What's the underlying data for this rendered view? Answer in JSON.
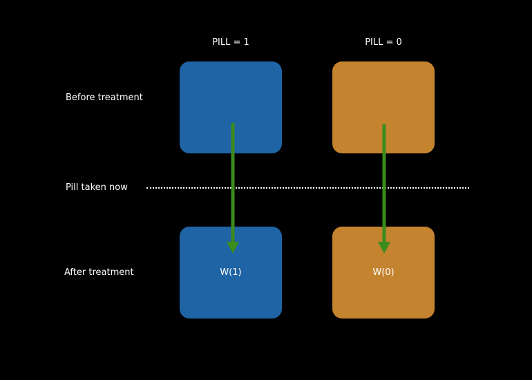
{
  "columns": {
    "treated": {
      "header": "PILL = 1",
      "outcome_label": "W(1)"
    },
    "control": {
      "header": "PILL = 0",
      "outcome_label": "W(0)"
    }
  },
  "rows": {
    "before": "Before treatment",
    "pill": "Pill taken now",
    "after": "After treatment"
  },
  "colors": {
    "treated": "#1f64a4",
    "control": "#c4832f",
    "arrow": "#3a8d1c",
    "background": "#000000"
  }
}
